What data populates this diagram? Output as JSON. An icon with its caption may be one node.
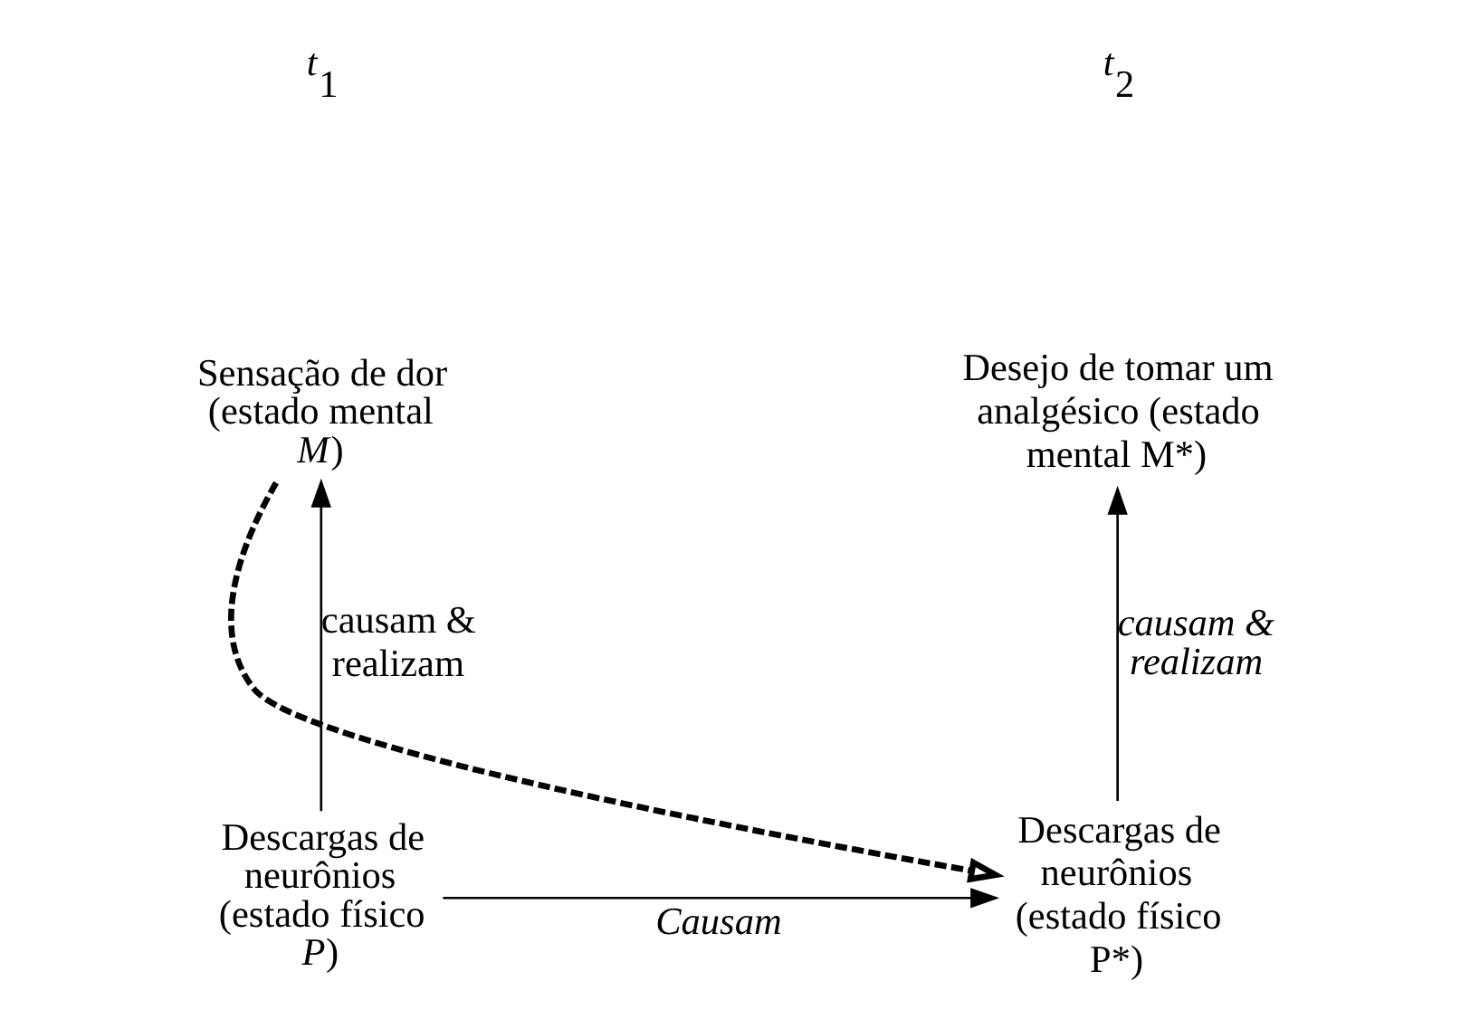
{
  "diagram": {
    "nodes": [
      {
        "text": [
          "Sensação de dor (estado mental *M*)"
        ]
      },
      {
        "text": [
          "Desejo de tomar um analgésico (estado mental M*)"
        ]
      },
      {
        "text": [
          "Descargas de neurônios (estado físico *P*)"
        ]
      },
      {
        "text": [
          "Descargas de neurônios (estado físico P*)"
        ]
      }
    ],
    "edges": [
      {
        "from": 2,
        "to": 0,
        "arrow": "to",
        "label": "causam & realizam"
      },
      {
        "from": 3,
        "to": 1,
        "arrow": "to",
        "label": "causam & realizam"
      },
      {
        "from": 2,
        "to": 3,
        "arrow": "to",
        "label": "Causam"
      },
      {
        "from": 0,
        "to": 3,
        "arrow": "to",
        "style": "dashed"
      }
    ],
    "labels": [
      "*t*$_{1}$",
      "*t*$_{2}$"
    ]
  }
}
